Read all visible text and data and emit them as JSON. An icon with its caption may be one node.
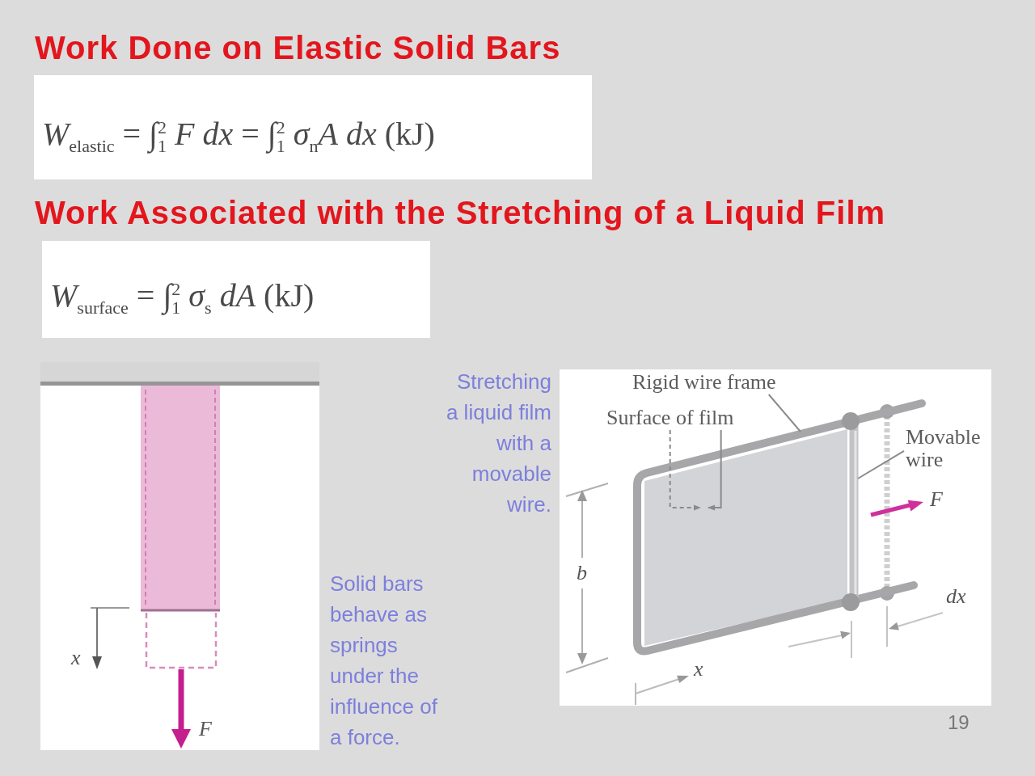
{
  "diagram": {
    "nodes": [
      {
        "text": [
          "Rigid wire frame"
        ]
      },
      {
        "text": [],
        "shape": "box"
      },
      {
        "text": [
          "Surface of film"
        ]
      },
      {
        "text": [],
        "shape": "box",
        "in": 1
      },
      {
        "text": [
          "Movable wire"
        ]
      },
      {
        "text": [],
        "shape": "bar",
        "in": 1
      }
    ],
    "edges": [
      {
        "from": 0,
        "to": 1,
        "arrow": "none"
      },
      {
        "from": 2,
        "to": 3,
        "arrow": "to",
        "style": "dashed"
      },
      {
        "from": 2,
        "to": 3,
        "arrow": "to"
      },
      {
        "from": 4,
        "to": 5,
        "arrow": "none"
      }
    ],
    "labels": [
      "Work Done on Elastic Solid Bars",
      "*W*$_{elastic}$ = ∫$_{1}$$^{2}$ *F* *dx* = ∫$_{1}$$^{2}$ *σ*$_{n}$*A* *dx* (kJ)",
      "Work Associated with the Stretching of a Liquid Film",
      "*W*$_{surface}$ = ∫$_{1}$$^{2}$ *σ*$_{s}$ *dA* (kJ)",
      "x",
      "F",
      "Solid bars behave as springs under the influence of a force.",
      "Stretching a liquid film with a movable wire.",
      "F",
      "b",
      "dx",
      "x",
      "19"
    ]
  }
}
